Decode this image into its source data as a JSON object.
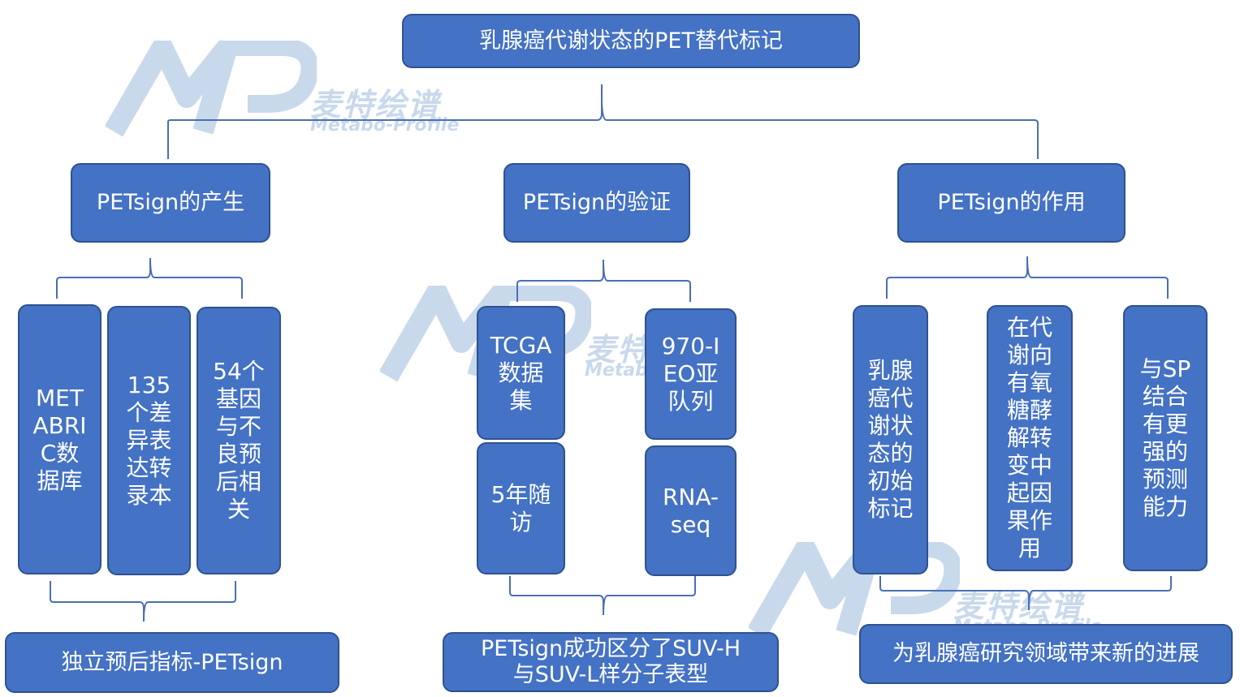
{
  "title": "乳腺癌代谢状态的PET替代标记",
  "watermark": {
    "brand_cn": "麦特绘谱",
    "brand_en": "Metabo-Profile"
  },
  "columns": {
    "generation": {
      "heading": "PETsign的产生",
      "items": [
        "METABRIC数据库",
        "135个差异表达转录本",
        "54个基因与不良预后相关"
      ],
      "result": "独立预后指标-PETsign"
    },
    "validation": {
      "heading": "PETsign的验证",
      "items": [
        "TCGA数据集",
        "970-IEO亚队列",
        "5年随访",
        "RNA-seq"
      ],
      "result": "PETsign成功区分了SUV-H与SUV-L样分子表型"
    },
    "effect": {
      "heading": "PETsign的作用",
      "items": [
        "乳腺癌代谢状态的初始标记",
        "在代谢向有氧糖酵解转变中起因果作用",
        "与SP结合有更强的预测能力"
      ],
      "result": "为乳腺癌研究领域带来新的进展"
    }
  },
  "colors": {
    "box_fill": "#4472c4",
    "box_border": "#2f528f",
    "bracket": "#4a6fb5",
    "text": "#ffffff"
  }
}
